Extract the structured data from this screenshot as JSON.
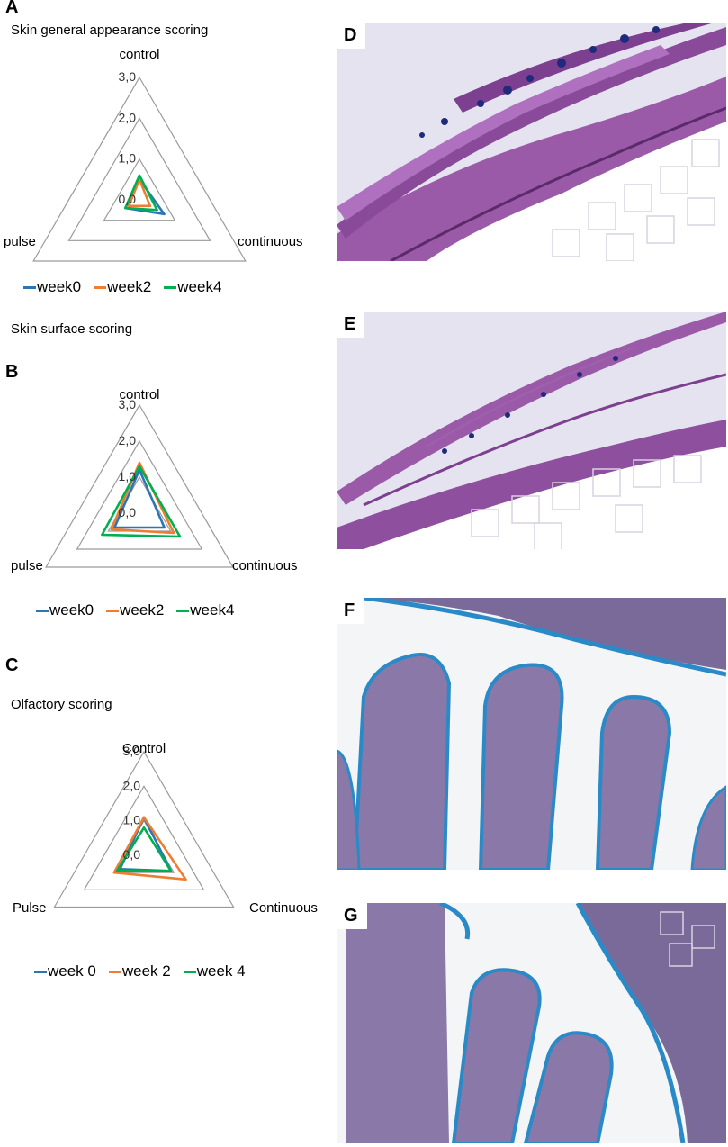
{
  "figure": {
    "panel_A": {
      "letter": "A",
      "title": "Skin general appearance scoring",
      "chart_data": {
        "type": "radar",
        "axes": [
          "control",
          "continuous",
          "pulse"
        ],
        "ticks": [
          "0,0",
          "1,0",
          "2,0",
          "3,0"
        ],
        "range": [
          0,
          3
        ],
        "series": [
          {
            "name": "week0",
            "color": "#2e75b6",
            "values": [
              0.5,
              0.7,
              0.4
            ]
          },
          {
            "name": "week2",
            "color": "#ed7d31",
            "values": [
              0.5,
              0.3,
              0.3
            ]
          },
          {
            "name": "week4",
            "color": "#00b050",
            "values": [
              0.6,
              0.5,
              0.4
            ]
          }
        ]
      }
    },
    "panel_B": {
      "letter": "B",
      "title": "Skin surface scoring",
      "chart_data": {
        "type": "radar",
        "axes": [
          "control",
          "continuous",
          "pulse"
        ],
        "ticks": [
          "0,0",
          "1,0",
          "2,0",
          "3,0"
        ],
        "range": [
          0,
          3
        ],
        "series": [
          {
            "name": "week0",
            "color": "#2e75b6",
            "values": [
              1.2,
              0.8,
              0.8
            ]
          },
          {
            "name": "week2",
            "color": "#ed7d31",
            "values": [
              1.4,
              1.1,
              0.9
            ]
          },
          {
            "name": "week4",
            "color": "#00b050",
            "values": [
              1.3,
              1.3,
              1.2
            ]
          }
        ]
      }
    },
    "panel_C": {
      "letter": "C",
      "title": "Olfactory scoring",
      "chart_data": {
        "type": "radar",
        "axes": [
          "Control",
          "Continuous",
          "Pulse"
        ],
        "ticks": [
          "0,0",
          "1,0",
          "2,0",
          "3,0"
        ],
        "range": [
          0,
          3
        ],
        "series": [
          {
            "name": "week 0",
            "color": "#2e75b6",
            "values": [
              1.1,
              0.9,
              0.8
            ]
          },
          {
            "name": "week 2",
            "color": "#ed7d31",
            "values": [
              1.1,
              1.4,
              1.0
            ]
          },
          {
            "name": "week 4",
            "color": "#00b050",
            "values": [
              0.8,
              0.9,
              0.9
            ]
          }
        ]
      }
    },
    "panel_D": {
      "letter": "D"
    },
    "panel_E": {
      "letter": "E"
    },
    "panel_F": {
      "letter": "F"
    },
    "panel_G": {
      "letter": "G"
    }
  }
}
